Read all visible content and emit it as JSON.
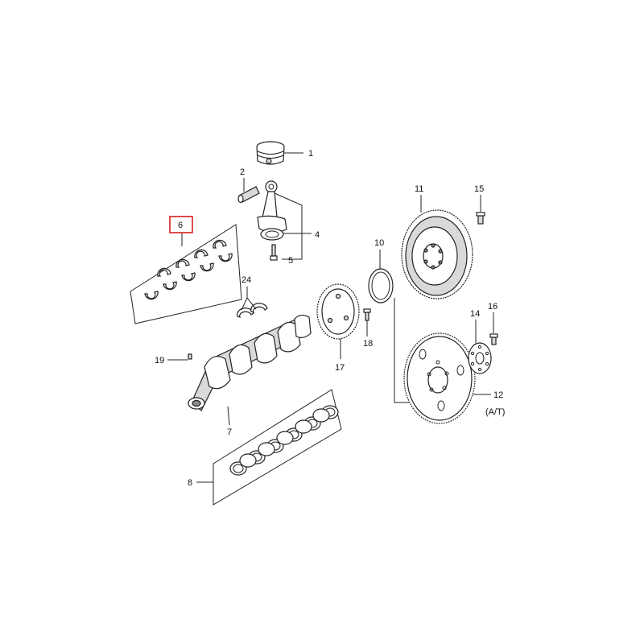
{
  "diagram": {
    "highlight_color": "#d22020",
    "callouts": {
      "c1": "1",
      "c2": "2",
      "c4": "4",
      "c5": "5",
      "c6": "6",
      "c7": "7",
      "c8": "8",
      "c10": "10",
      "c11": "11",
      "c12": "12",
      "c12note": "(A/T)",
      "c14": "14",
      "c15": "15",
      "c16": "16",
      "c17": "17",
      "c18": "18",
      "c19": "19",
      "c24": "24"
    }
  }
}
